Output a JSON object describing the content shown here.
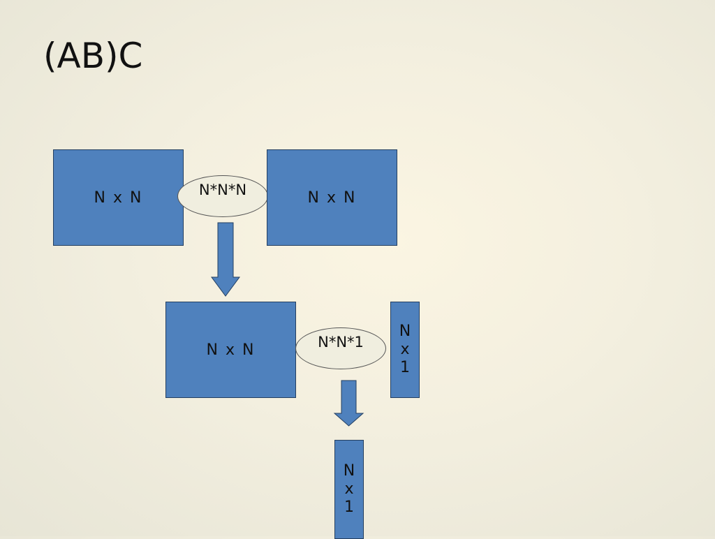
{
  "slide": {
    "title": "(AB)C"
  },
  "diagram": {
    "matrix_a": "N x N",
    "op_1": "N*N*N",
    "matrix_b": "N x N",
    "matrix_ab": "N x N",
    "op_2": "N*N*1",
    "vector_c": [
      "N",
      "x",
      "1"
    ],
    "result_vector": [
      "N",
      "x",
      "1"
    ],
    "colors": {
      "matrix_fill": "#4f81bd",
      "matrix_stroke": "#243f60",
      "op_fill": "#f0eedf"
    }
  }
}
